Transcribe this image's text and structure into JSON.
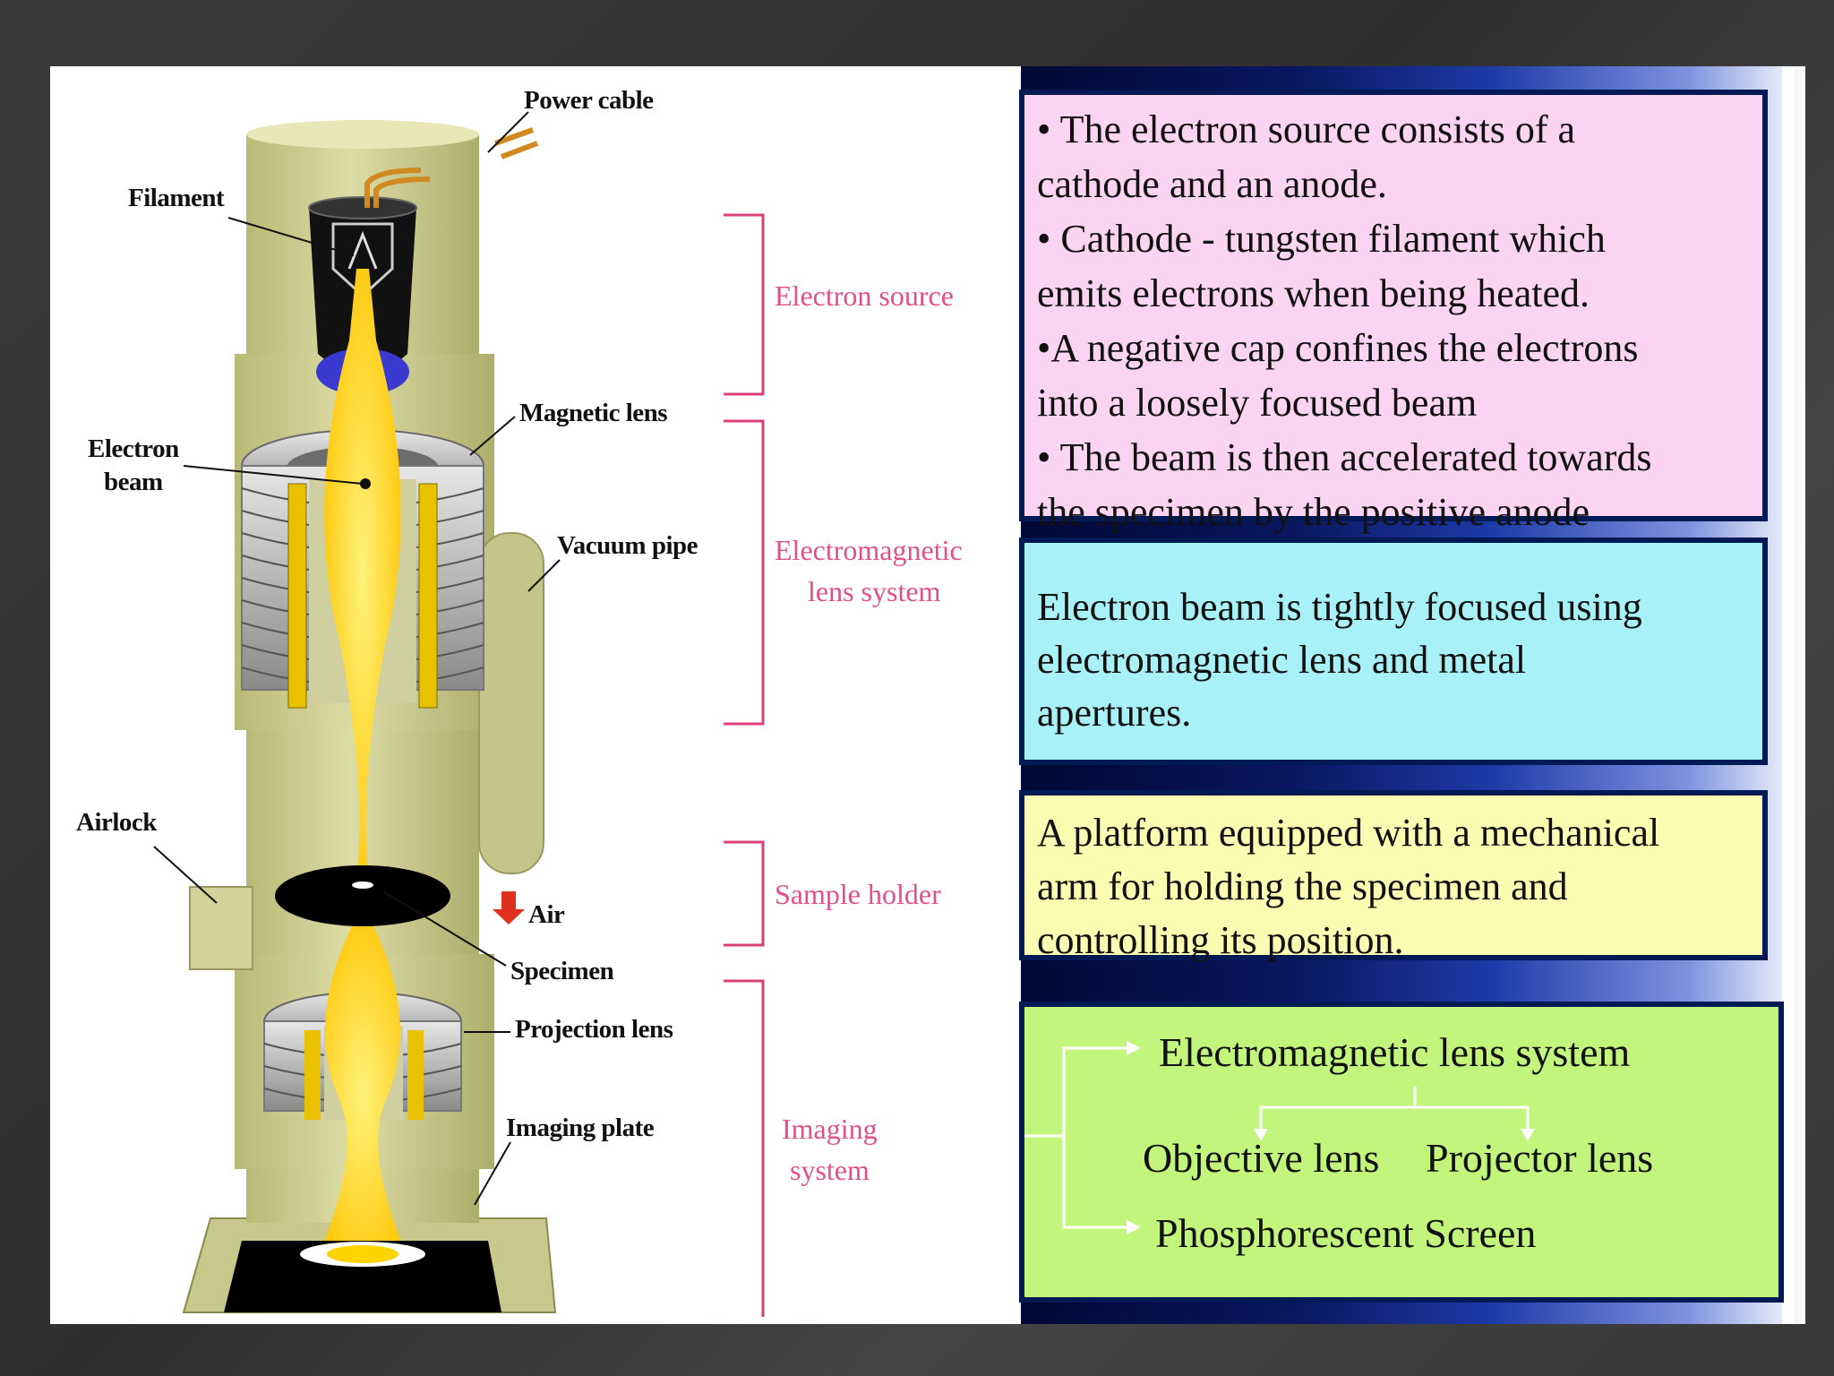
{
  "diagram_labels": {
    "power_cable": "Power cable",
    "filament": "Filament",
    "magnetic_lens": "Magnetic lens",
    "electron_beam_line1": "Electron",
    "electron_beam_line2": "beam",
    "vacuum_pipe": "Vacuum pipe",
    "airlock": "Airlock",
    "air": "Air",
    "specimen": "Specimen",
    "projection_lens": "Projection lens",
    "imaging_plate": "Imaging plate"
  },
  "sections": {
    "electron_source": "Electron source",
    "em_lens_line1": "Electromagnetic",
    "em_lens_line2": "lens system",
    "sample_holder": "Sample holder",
    "imaging_line1": "Imaging",
    "imaging_line2": "system"
  },
  "boxes": {
    "source_lines": [
      "• The electron source consists of a",
      "cathode and an anode.",
      "•  Cathode - tungsten filament  which",
      "emits electrons when being heated.",
      "•A negative cap confines the electrons",
      "into a loosely focused beam",
      "• The beam is then accelerated towards",
      "the specimen by the positive anode"
    ],
    "lens_lines": [
      " Electron beam is tightly focused using",
      "electromagnetic lens and metal",
      "apertures."
    ],
    "holder_lines": [
      "A platform equipped with a mechanical",
      "arm for holding the specimen and",
      "controlling its position."
    ],
    "imaging": {
      "top": "Electromagnetic lens system",
      "left": "Objective lens",
      "right": "Projector lens",
      "bottom": "Phosphorescent Screen"
    }
  },
  "colors": {
    "box_source": "#fbd4f3",
    "box_lens": "#a8f1f6",
    "box_holder": "#fbfbb2",
    "box_imaging": "#c3f57d",
    "section_label": "#e0508a",
    "beam": "#ffd400",
    "column": "#d4d49a"
  }
}
